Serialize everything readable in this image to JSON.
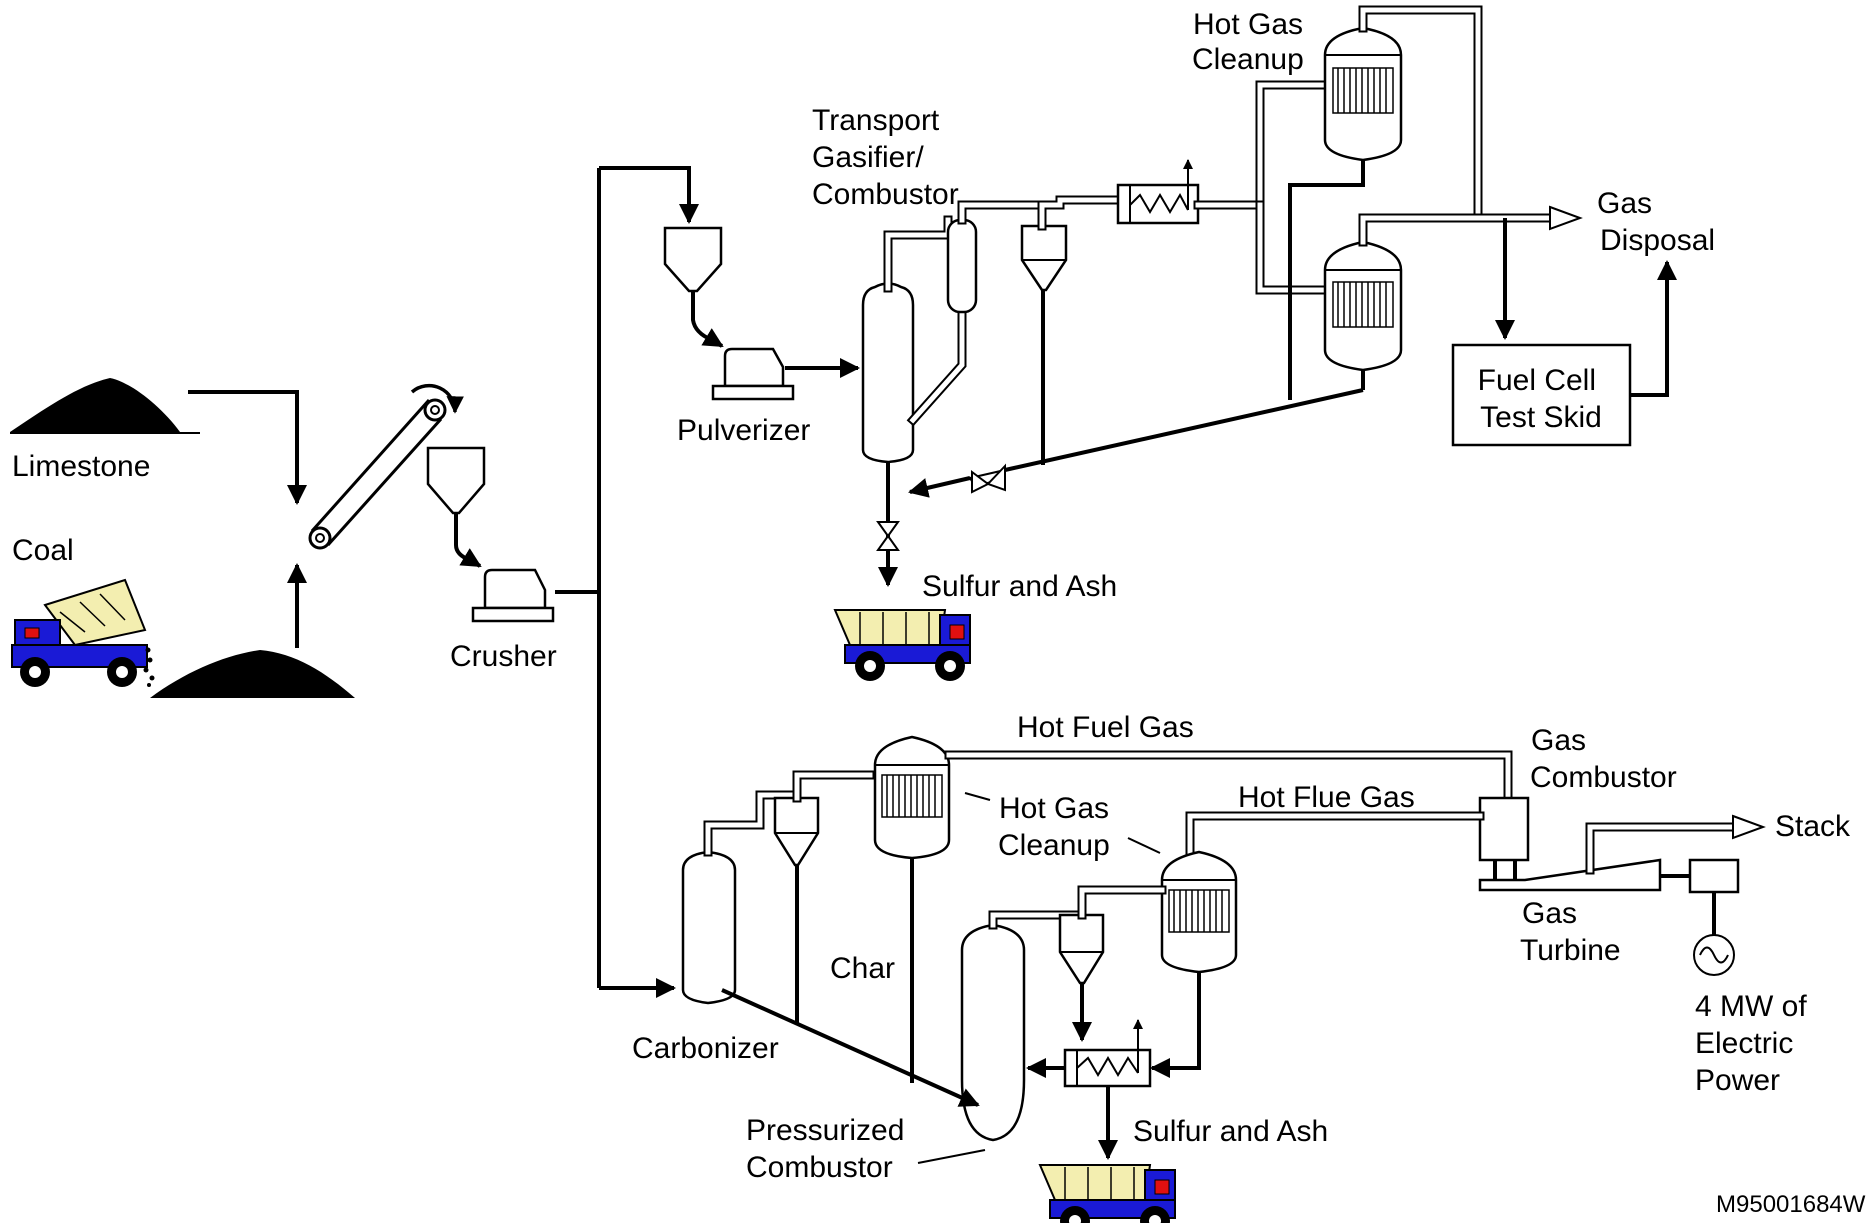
{
  "labels": {
    "limestone": "Limestone",
    "coal": "Coal",
    "crusher": "Crusher",
    "pulverizer": "Pulverizer",
    "transport_gasifier": [
      "Transport",
      "Gasifier/",
      "Combustor"
    ],
    "hot_gas_cleanup_top": [
      "Hot Gas",
      "Cleanup"
    ],
    "gas_disposal": [
      "Gas",
      "Disposal"
    ],
    "fuel_cell": [
      "Fuel Cell",
      "Test Skid"
    ],
    "sulfur_ash_top": "Sulfur and Ash",
    "hot_fuel_gas": "Hot Fuel Gas",
    "gas_combustor": [
      "Gas",
      "Combustor"
    ],
    "hot_flue_gas": "Hot Flue Gas",
    "hot_gas_cleanup_bottom": [
      "Hot Gas",
      "Cleanup"
    ],
    "stack": "Stack",
    "char": "Char",
    "carbonizer": "Carbonizer",
    "gas_turbine": [
      "Gas",
      "Turbine"
    ],
    "electric_power": [
      "4 MW of",
      "Electric",
      "Power"
    ],
    "sulfur_ash_bottom": "Sulfur and Ash",
    "pressurized_combustor": [
      "Pressurized",
      "Combustor"
    ],
    "figure_id": "M95001684W"
  },
  "colors": {
    "truck_body": "#1a1ad6",
    "truck_bed": "#f3eeb0",
    "truck_cab_accent": "#e01010",
    "material": "#000000"
  }
}
